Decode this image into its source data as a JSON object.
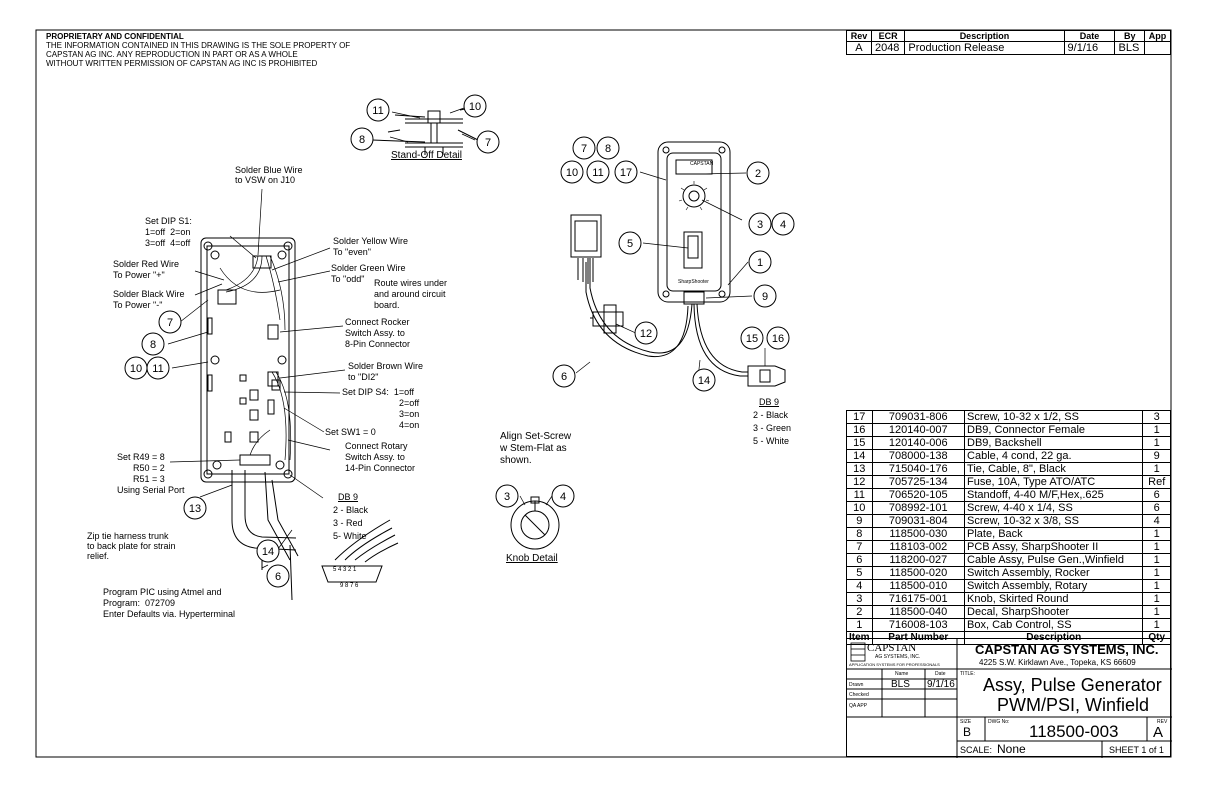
{
  "proprietary": {
    "heading": "PROPRIETARY AND CONFIDENTIAL",
    "lines": [
      "THE INFORMATION CONTAINED IN THIS DRAWING IS THE SOLE PROPERTY OF",
      "CAPSTAN AG INC. ANY REPRODUCTION IN PART OR AS A WHOLE",
      "WITHOUT WRITTEN PERMISSION OF CAPSTAN AG INC IS PROHIBITED"
    ]
  },
  "revisions": {
    "headers": [
      "Rev",
      "ECR",
      "Description",
      "Date",
      "By",
      "App"
    ],
    "rows": [
      [
        "A",
        "2048",
        "Production Release",
        "9/1/16",
        "BLS",
        ""
      ]
    ]
  },
  "bom": {
    "headers": [
      "Item",
      "Part Number",
      "Description",
      "Qty"
    ],
    "rows": [
      [
        "17",
        "709031-806",
        "Screw, 10-32 x 1/2, SS",
        "3"
      ],
      [
        "16",
        "120140-007",
        "DB9, Connector Female",
        "1"
      ],
      [
        "15",
        "120140-006",
        "DB9, Backshell",
        "1"
      ],
      [
        "14",
        "708000-138",
        "Cable, 4 cond, 22 ga.",
        "9"
      ],
      [
        "13",
        "715040-176",
        "Tie, Cable, 8\", Black",
        "1"
      ],
      [
        "12",
        "705725-134",
        "Fuse, 10A, Type ATO/ATC",
        "Ref"
      ],
      [
        "11",
        "706520-105",
        "Standoff, 4-40 M/F,Hex,.625",
        "6"
      ],
      [
        "10",
        "708992-101",
        "Screw, 4-40 x 1/4, SS",
        "6"
      ],
      [
        "9",
        "709031-804",
        "Screw, 10-32 x 3/8, SS",
        "4"
      ],
      [
        "8",
        "118500-030",
        "Plate, Back",
        "1"
      ],
      [
        "7",
        "118103-002",
        "PCB Assy, SharpShooter II",
        "1"
      ],
      [
        "6",
        "118200-027",
        "Cable Assy, Pulse Gen.,Winfield",
        "1"
      ],
      [
        "5",
        "118500-020",
        "Switch Assembly, Rocker",
        "1"
      ],
      [
        "4",
        "118500-010",
        "Switch Assembly, Rotary",
        "1"
      ],
      [
        "3",
        "716175-001",
        "Knob, Skirted Round",
        "1"
      ],
      [
        "2",
        "118500-040",
        "Decal, SharpShooter",
        "1"
      ],
      [
        "1",
        "716008-103",
        "Box, Cab Control, SS",
        "1"
      ]
    ]
  },
  "title_block": {
    "logo_text": "CAPSTAN",
    "logo_sub": "AG SYSTEMS, INC.",
    "logo_tag": "APPLICATION SYSTEMS FOR PROFESSIONALS",
    "company": "CAPSTAN AG SYSTEMS, INC.",
    "address": "4225 S.W. Kirklawn Ave., Topeka, KS 66609",
    "name_label": "Name",
    "date_label": "Date",
    "drawn_label": "Drawn",
    "drawn_name": "BLS",
    "drawn_date": "9/1/16",
    "checked_label": "Checked",
    "qa_label": "QA APP",
    "title_label": "TITLE:",
    "title_line1": "Assy, Pulse Generator",
    "title_line2": "PWM/PSI, Winfield",
    "size_label": "SIZE",
    "size": "B",
    "dwg_label": "DWG No:",
    "dwg_no": "118500-003",
    "rev_label": "REV",
    "rev": "A",
    "scale_label": "SCALE:",
    "scale": "None",
    "sheet": "SHEET 1 of 1"
  },
  "notes": {
    "solder_blue": [
      "Solder Blue Wire",
      "to VSW on J10"
    ],
    "dip_s1": [
      "Set DIP S1:",
      "1=off  2=on",
      "3=off  4=off"
    ],
    "solder_yellow": [
      "Solder Yellow Wire",
      "To \"even\""
    ],
    "solder_red": [
      "Solder Red Wire",
      "To Power \"+\""
    ],
    "solder_green": [
      "Solder Green Wire",
      "To \"odd\""
    ],
    "route_wires": [
      "Route wires under",
      "and around circuit",
      "board."
    ],
    "solder_black": [
      "Solder Black Wire",
      "To Power \"-\""
    ],
    "connect_rocker": [
      "Connect Rocker",
      "Switch Assy. to",
      "8-Pin Connector"
    ],
    "solder_brown": [
      "Solder Brown Wire",
      "to \"DI2\""
    ],
    "dip_s4": [
      "Set DIP S4:  1=off",
      "2=off",
      "3=on",
      "4=on"
    ],
    "sw1": "Set SW1 = 0",
    "connect_rotary": [
      "Connect Rotary",
      "Switch Assy. to",
      "14-Pin Connector"
    ],
    "set_r": [
      "Set R49 = 8",
      "R50 = 2",
      "R51 = 3",
      "Using Serial Port"
    ],
    "db9_left": {
      "title": "DB 9",
      "lines": [
        "2 - Black",
        "3 - Red",
        "5- White"
      ]
    },
    "zip_tie": [
      "Zip tie harness trunk",
      "to back plate for strain",
      "relief."
    ],
    "program": [
      "Program PIC using Atmel and",
      "Program:  072709",
      "Enter Defaults via. Hyperterminal"
    ],
    "standoff_detail": "Stand-Off Detail",
    "align": [
      "Align Set-Screw",
      "w Stem-Flat as",
      "shown."
    ],
    "knob_detail": "Knob Detail",
    "db9_right": {
      "title": "DB 9",
      "lines": [
        "2 - Black",
        "3 - Green",
        "5 - White"
      ]
    },
    "db9_pins_top": "5 4 3 2 1",
    "db9_pins_bottom": "9 8 7 6",
    "decal_brand": "CAPSTAN",
    "decal_name": "SharpShooter"
  },
  "balloons": {
    "standoff": [
      "11",
      "10",
      "8",
      "7"
    ],
    "pcb": [
      "7",
      "8",
      "10",
      "11",
      "13",
      "14",
      "6"
    ],
    "box": [
      "7",
      "8",
      "10",
      "11",
      "17",
      "2",
      "3",
      "4",
      "5",
      "1",
      "9",
      "12",
      "15",
      "16",
      "6",
      "14"
    ],
    "knob": [
      "3",
      "4"
    ]
  }
}
